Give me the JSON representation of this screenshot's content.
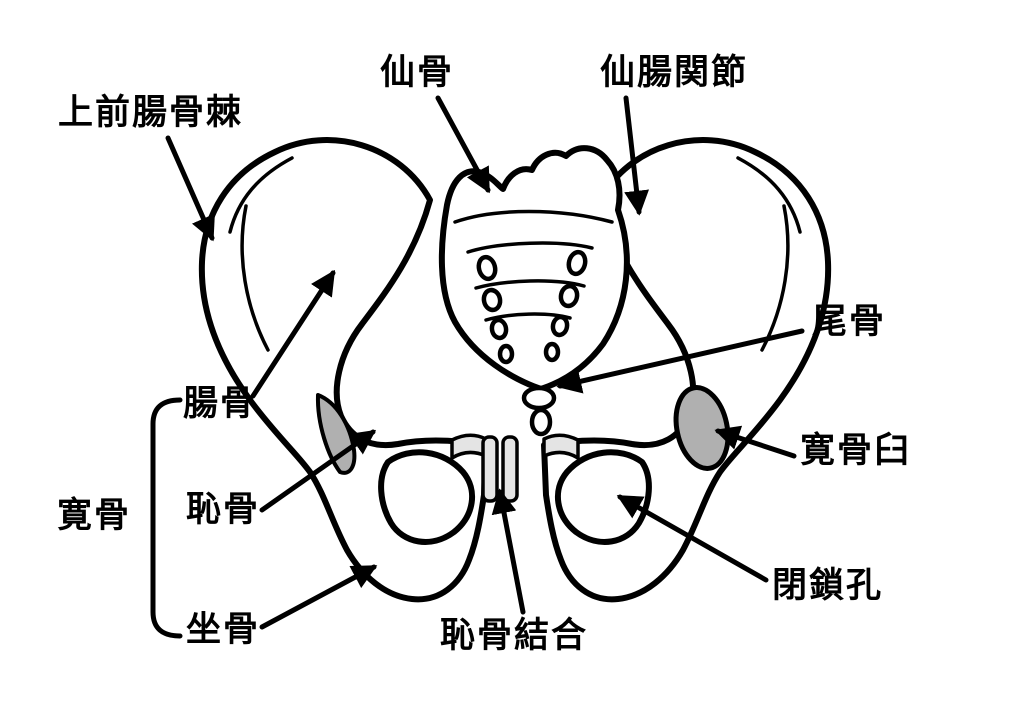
{
  "diagram": {
    "subject": "pelvis-anatomy",
    "labels": {
      "asis": "上前腸骨棘",
      "sacrum": "仙骨",
      "sacroiliac_joint": "仙腸関節",
      "coccyx": "尾骨",
      "acetabulum": "寛骨臼",
      "obturator_foramen": "閉鎖孔",
      "ilium": "腸骨",
      "hip_bone": "寛骨",
      "pubis": "恥骨",
      "ischium": "坐骨",
      "pubic_symphysis": "恥骨結合"
    },
    "colors": {
      "outline": "#000000",
      "shading": "#b0b0b0",
      "symphysis_fill": "#e4e4e4",
      "background": "#ffffff"
    }
  }
}
